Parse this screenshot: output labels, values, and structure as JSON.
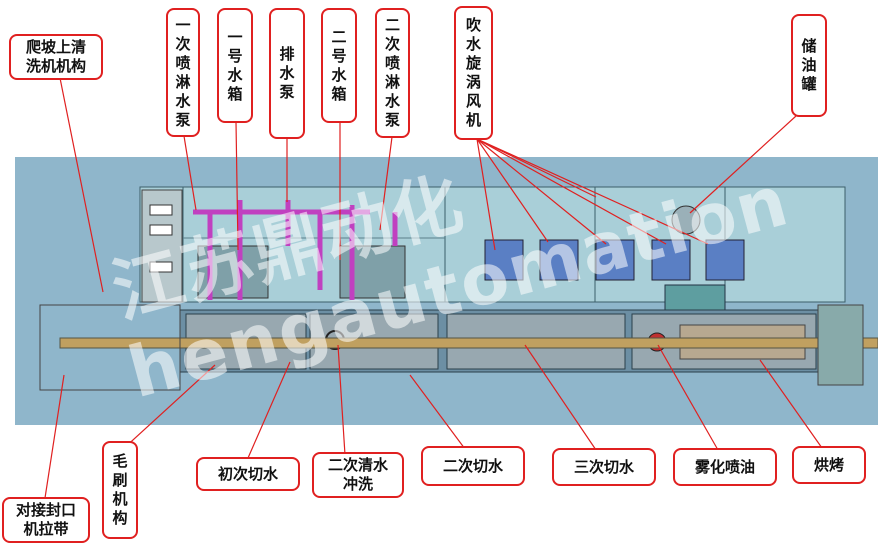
{
  "labels": {
    "climb_slope_wash": "爬坡上清洗机机构",
    "primary_spray_pump": "一次喷淋水泵",
    "tank_1": "一号水箱",
    "drain_pump": "排水泵",
    "tank_2": "二号水箱",
    "secondary_spray_pump": "二次喷淋水泵",
    "vortex_blower": "吹水旋涡风机",
    "oil_tank": "储油罐",
    "docking_seal_belt": "对接封口机拉带",
    "brush_mechanism": "毛刷机构",
    "first_water_cut": "初次切水",
    "second_rinse": "二次清水冲洗",
    "second_water_cut": "二次切水",
    "third_water_cut": "三次切水",
    "atomized_oil_spray": "雾化喷油",
    "baking": "烘烤"
  },
  "watermark": {
    "text_1": "江苏鼎动化",
    "text_2": "hengautomation"
  },
  "colors": {
    "label_border": "#e02020",
    "leader_line": "#e02020",
    "machine_body": "#8fb6cb",
    "cabinet_glass": "#a9cfd8",
    "pipes": "#c040c0",
    "blowers": "#5a7fc4"
  }
}
